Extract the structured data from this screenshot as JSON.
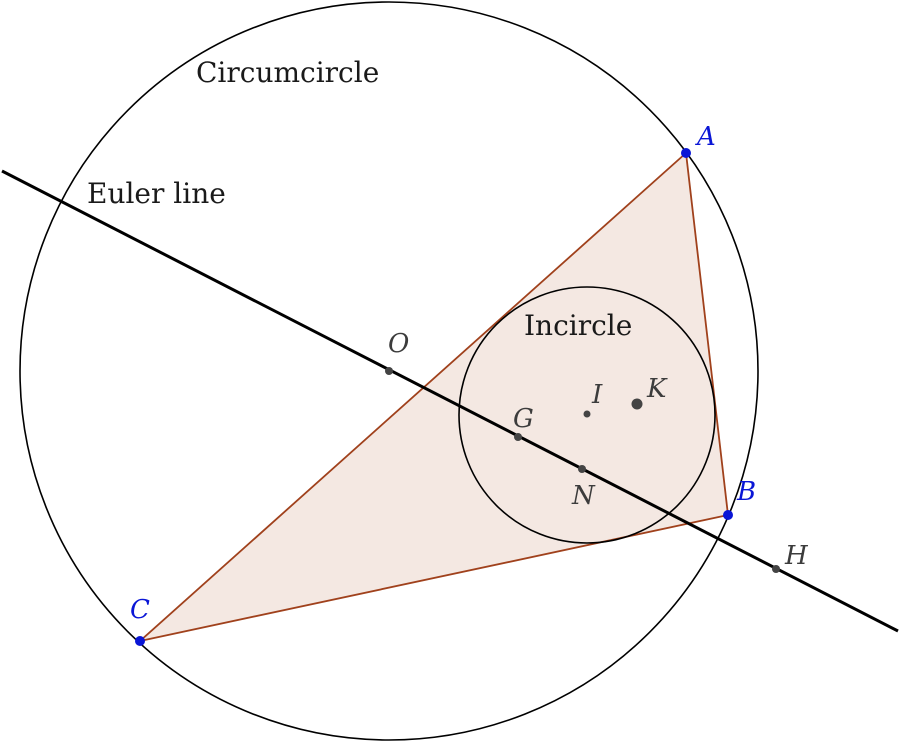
{
  "labels": {
    "circumcircle": "Circumcircle",
    "euler_line": "Euler line",
    "incircle": "Incircle"
  },
  "vertices": [
    {
      "id": "A",
      "label": "A"
    },
    {
      "id": "B",
      "label": "B"
    },
    {
      "id": "C",
      "label": "C"
    }
  ],
  "centers": [
    {
      "id": "O",
      "label": "O"
    },
    {
      "id": "G",
      "label": "G"
    },
    {
      "id": "N",
      "label": "N"
    },
    {
      "id": "H",
      "label": "H"
    },
    {
      "id": "I",
      "label": "I"
    },
    {
      "id": "K",
      "label": "K"
    }
  ],
  "colors": {
    "triangle_fill": "#f4e8e2",
    "triangle_stroke": "#a0411c",
    "vertex_point": "#0a16d6",
    "center_point": "#444444",
    "line": "#000000"
  }
}
